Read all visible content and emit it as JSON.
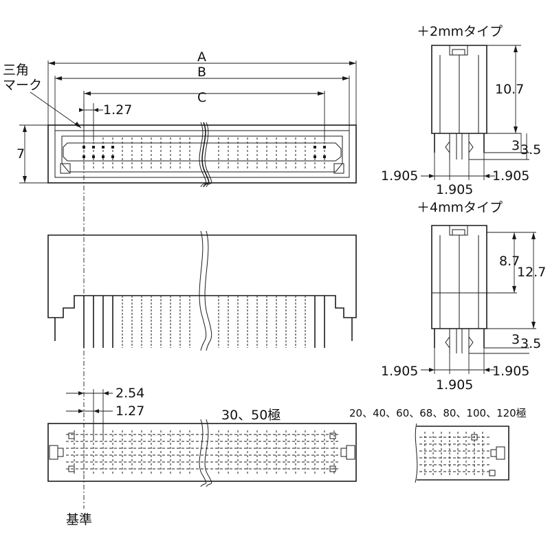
{
  "labels": {
    "triangle_mark_line1": "三角",
    "triangle_mark_line2": "マーク",
    "dim_a": "A",
    "dim_b": "B",
    "dim_c": "C",
    "pitch_top": "1.27",
    "height_7": "7",
    "pitch_254": "2.54",
    "pitch_bottom": "1.27",
    "poles_30_50": "30、50極",
    "poles_other": "20、40、60、68、80、100、120極",
    "reference": "基準",
    "type_2mm": "＋2mmタイプ",
    "type_4mm": "＋4mmタイプ",
    "h_10_7": "10.7",
    "h_3_a": "3",
    "h_3_5_a": "3.5",
    "p_1905_l_a": "1.905",
    "p_1905_c_a": "1.905",
    "p_1905_r_a": "1.905",
    "h_8_7": "8.7",
    "h_12_7": "12.7",
    "h_3_b": "3",
    "h_3_5_b": "3.5",
    "p_1905_l_b": "1.905",
    "p_1905_c_b": "1.905",
    "p_1905_r_b": "1.905"
  }
}
